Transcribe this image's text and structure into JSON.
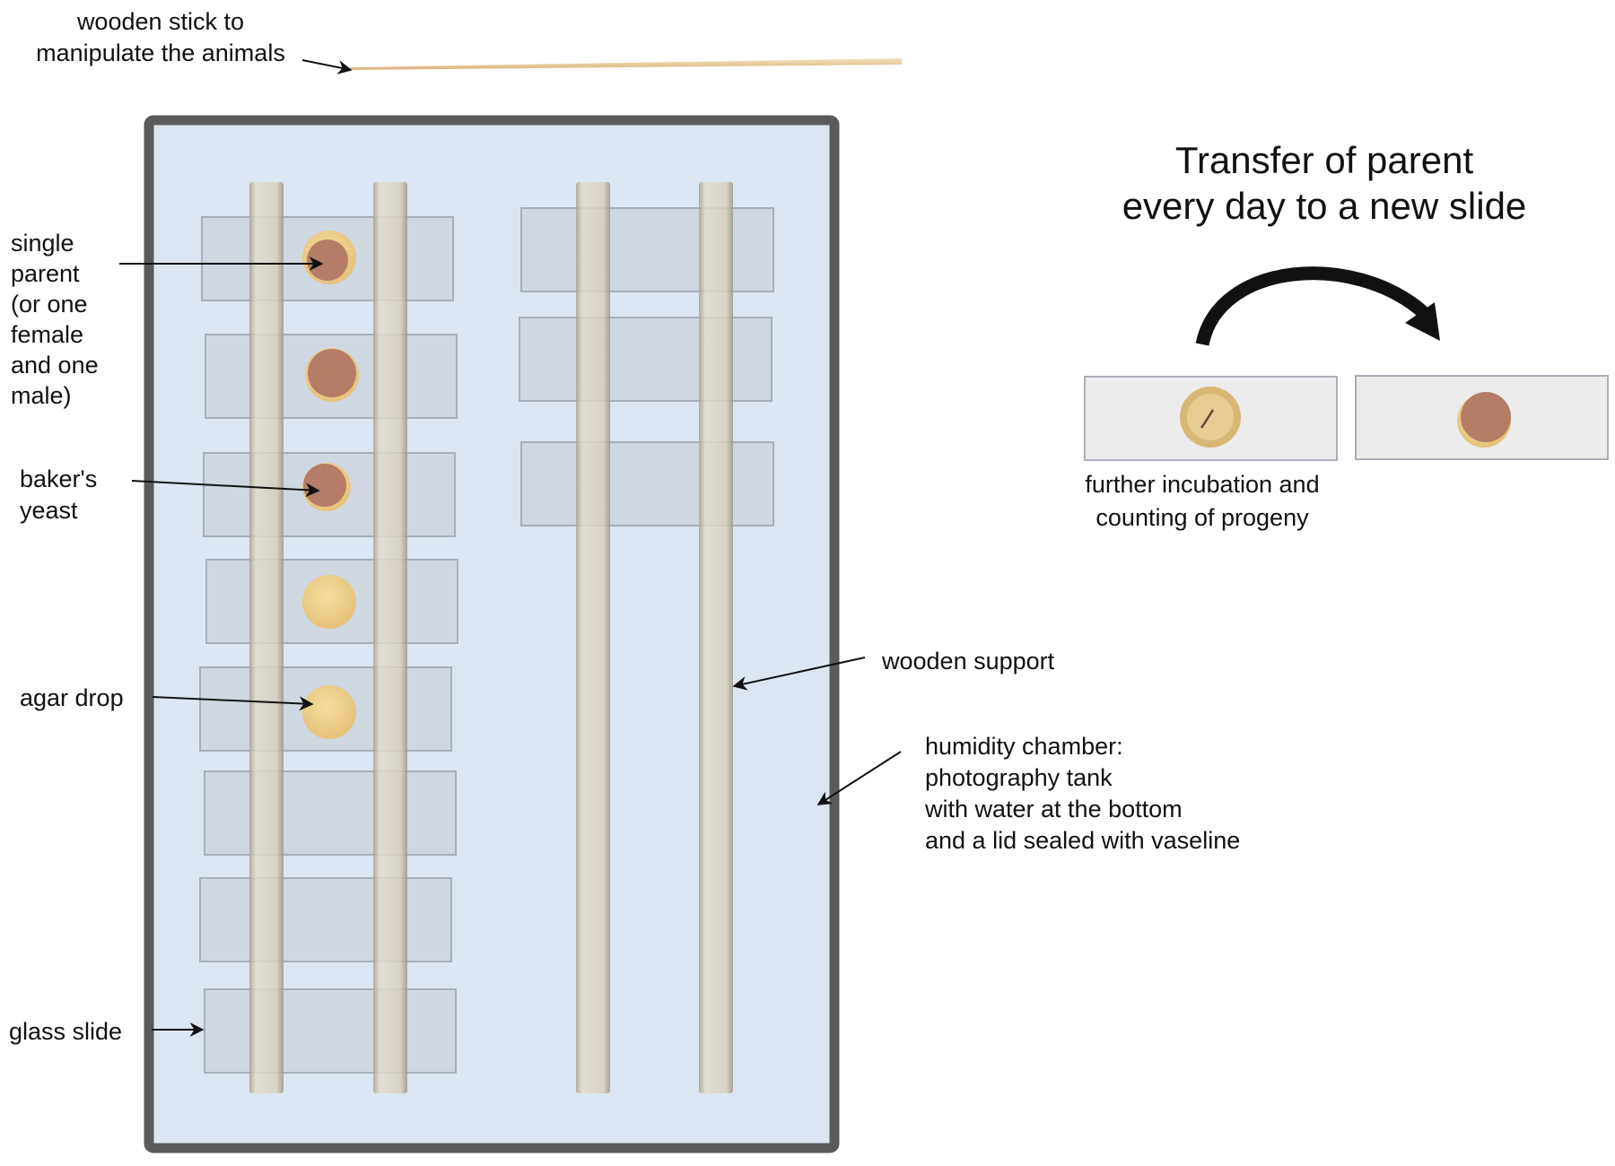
{
  "title": "Transfer of parent\nevery day to a new slide",
  "labels": {
    "stick": "wooden stick to\nmanipulate the animals",
    "single_parent": "single\nparent\n(or one\nfemale\nand one\nmale)",
    "yeast": "baker's\nyeast",
    "agar": "agar drop",
    "glass_slide": "glass slide",
    "wooden_support": "wooden support",
    "humidity_chamber": "humidity chamber:\nphotography tank\nwith water at the bottom\nand a lid sealed with vaseline",
    "incubation": "further incubation and\ncounting of progeny"
  },
  "colors": {
    "tank_border": "#5a5a5a",
    "tank_fill": "#dce6f2",
    "slide_fill": "#ccd3de",
    "slide_stroke": "#a8afba",
    "wood": "#dcd4c4",
    "agar": "#f2d28e",
    "yeast": "#b57d66",
    "stick": "#e6c99a",
    "arrow": "#111111"
  }
}
